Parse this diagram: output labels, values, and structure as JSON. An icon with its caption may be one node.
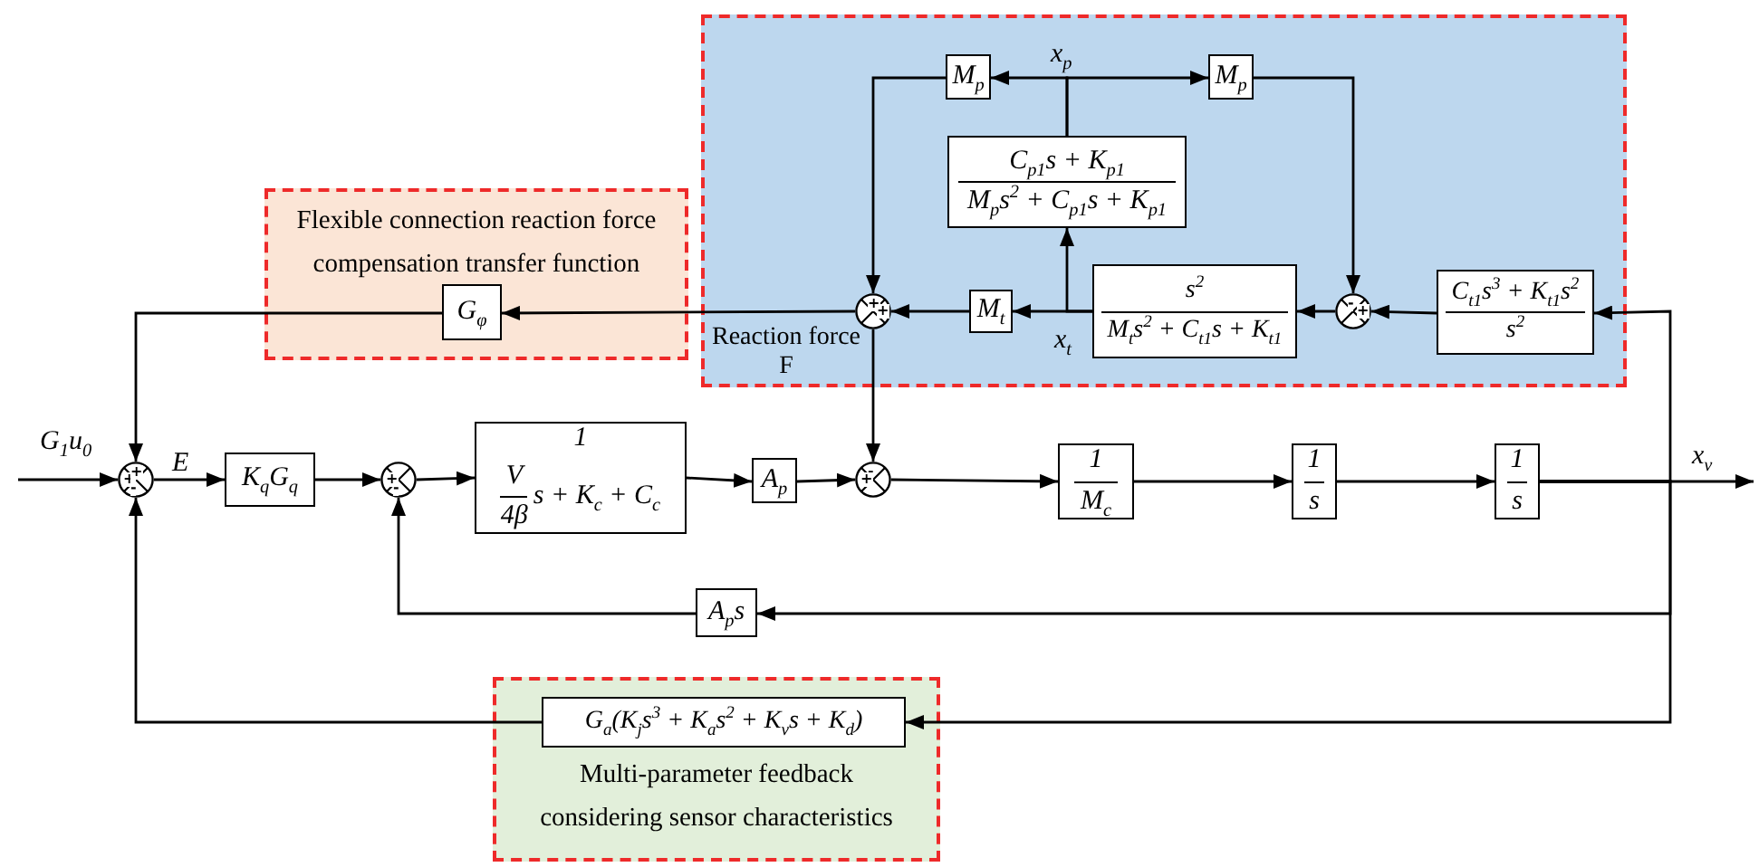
{
  "diagram": {
    "nodes": [
      {
        "text": [
          "Flexible connection reaction force compensation transfer function"
        ]
      },
      {
        "text": [
          "G$_{φ}$"
        ],
        "in": 0
      },
      {
        "text": [],
        "shape": "box"
      },
      {
        "text": [
          "M$_{p}$"
        ],
        "in": 2
      },
      {
        "text": [
          "M$_{p}$"
        ],
        "in": 2
      },
      {
        "text": [
          "C$_{p1}$s + K$_{p1}$",
          "M$_{p}$s$^{2}$ + C$_{p1}$s + K$_{p1}$"
        ],
        "in": 2
      },
      {
        "text": [
          "+",
          "+"
        ],
        "in": 2,
        "beside": [
          "Reaction force F"
        ]
      },
      {
        "text": [
          "M$_{t}$"
        ],
        "in": 2
      },
      {
        "text": [
          "s$^{2}$",
          "M$_{t}$s$^{2}$ + C$_{t1}$s + K$_{t1}$"
        ],
        "in": 2
      },
      {
        "text": [
          "-",
          "+"
        ],
        "in": 2
      },
      {
        "text": [
          "C$_{t1}$s$^{3}$ + K$_{t1}$s$^{2}$",
          "s$^{2}$"
        ],
        "in": 2
      },
      {
        "text": [
          "+",
          "+",
          "-"
        ]
      },
      {
        "text": [
          "K$_{q}$G$_{q}$"
        ]
      },
      {
        "text": [
          "+",
          "-"
        ]
      },
      {
        "text": [
          "1",
          "V",
          "4β",
          "s + K$_{c}$ + C$_{c}$"
        ]
      },
      {
        "text": [
          "A$_{p}$"
        ]
      },
      {
        "text": [
          "-",
          "+"
        ]
      },
      {
        "text": [
          "1",
          "M$_{c}$"
        ]
      },
      {
        "text": [
          "1",
          "s"
        ]
      },
      {
        "text": [
          "1",
          "s"
        ]
      },
      {
        "text": [
          "A$_{p}$s"
        ]
      },
      {
        "text": [
          "Multi-parameter feedback considering sensor characteristics"
        ]
      },
      {
        "text": [
          "G$_{a}$(K$_{j}$s$^{3}$ + K$_{a}$s$^{2}$ + K$_{v}$s + K$_{d}$)"
        ],
        "in": 21
      }
    ],
    "edges": [
      {
        "from": null,
        "to": 11,
        "arrow": "to",
        "label": "G$_{1}$u$_{0}$"
      },
      {
        "from": 11,
        "to": 12,
        "arrow": "to",
        "label": "E"
      },
      {
        "from": 12,
        "to": 13,
        "arrow": "to"
      },
      {
        "from": 13,
        "to": 14,
        "arrow": "to"
      },
      {
        "from": 14,
        "to": 15,
        "arrow": "to"
      },
      {
        "from": 15,
        "to": 16,
        "arrow": "to"
      },
      {
        "from": 16,
        "to": 17,
        "arrow": "to"
      },
      {
        "from": 17,
        "to": 18,
        "arrow": "to"
      },
      {
        "from": 18,
        "to": 19,
        "arrow": "to"
      },
      {
        "from": 19,
        "to": null,
        "arrow": "to",
        "label": "x$_{v}$"
      },
      {
        "from": 19,
        "to": 10,
        "arrow": "to"
      },
      {
        "from": 19,
        "to": 20,
        "arrow": "to"
      },
      {
        "from": 19,
        "to": 22,
        "arrow": "to"
      },
      {
        "from": 20,
        "to": 13,
        "arrow": "to"
      },
      {
        "from": 22,
        "to": 11,
        "arrow": "to"
      },
      {
        "from": 10,
        "to": 9,
        "arrow": "to"
      },
      {
        "from": 9,
        "to": 8,
        "arrow": "to"
      },
      {
        "from": 8,
        "to": 7,
        "arrow": "to"
      },
      {
        "from": 8,
        "to": 5,
        "arrow": "to"
      },
      {
        "from": 5,
        "to": 3,
        "arrow": "to"
      },
      {
        "from": 5,
        "to": 4,
        "arrow": "to"
      },
      {
        "from": 3,
        "to": 6,
        "arrow": "to"
      },
      {
        "from": 4,
        "to": 9,
        "arrow": "to"
      },
      {
        "from": 7,
        "to": 6,
        "arrow": "to"
      },
      {
        "from": 6,
        "to": 1,
        "arrow": "to"
      },
      {
        "from": 6,
        "to": 16,
        "arrow": "to"
      },
      {
        "from": 1,
        "to": 11,
        "arrow": "to"
      }
    ],
    "labels": [
      "x$_{p}$",
      "x$_{t}$"
    ]
  }
}
